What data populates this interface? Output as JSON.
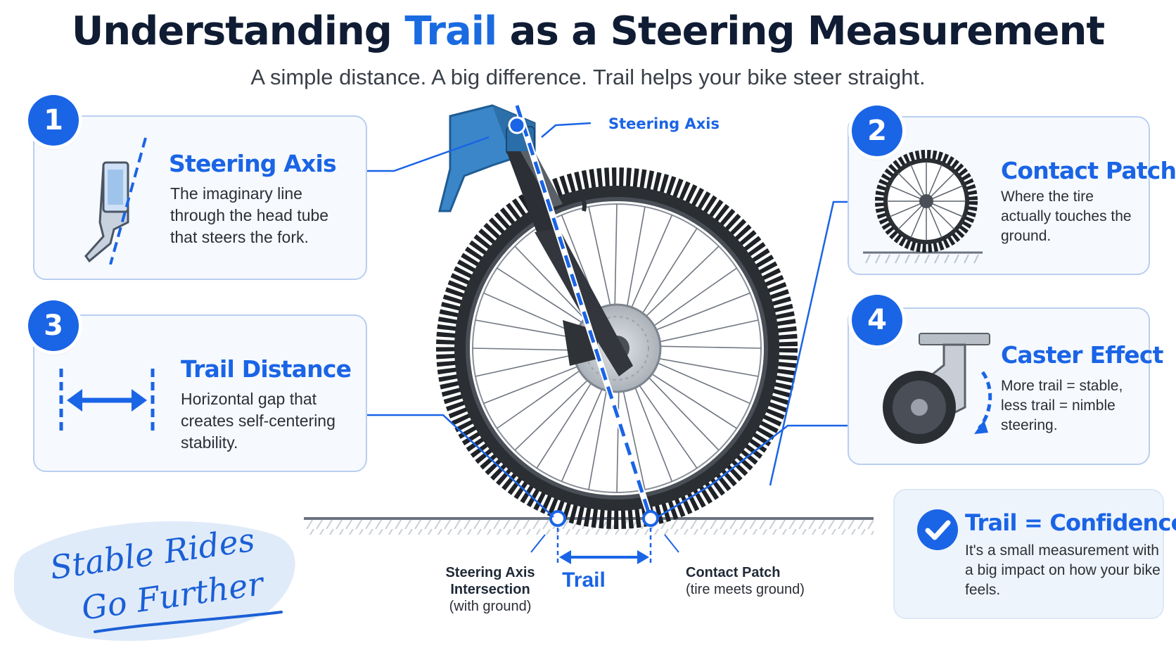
{
  "header": {
    "title_before": "Understanding ",
    "title_accent": "Trail",
    "title_after": " as a Steering Measurement",
    "subtitle": "A simple distance. A big difference. Trail helps your bike steer straight."
  },
  "diagram": {
    "steering_axis_callout": "Steering Axis",
    "trail_label": "Trail",
    "intersection_label": {
      "line1": "Steering Axis",
      "line2": "Intersection",
      "line3": "(with ground)"
    },
    "contact_label": {
      "line1": "Contact Patch",
      "line2": "(tire meets ground)"
    }
  },
  "cards": [
    {
      "number": "1",
      "title": "Steering Axis",
      "body": "The imaginary line through the head tube that steers the fork.",
      "icon": "head-tube-icon"
    },
    {
      "number": "2",
      "title": "Contact Patch",
      "body": "Where the tire actually touches the ground.",
      "icon": "wheel-icon"
    },
    {
      "number": "3",
      "title": "Trail Distance",
      "body": "Horizontal gap that creates self-centering stability.",
      "icon": "distance-arrow-icon"
    },
    {
      "number": "4",
      "title": "Caster Effect",
      "body": "More trail = stable, less trail = nimble steering.",
      "icon": "caster-wheel-icon"
    }
  ],
  "confidence": {
    "title": "Trail = Confidence",
    "body": "It's a small measurement with a big impact on how your bike feels.",
    "icon": "checkmark-icon"
  },
  "slogan": {
    "line1": "Stable Rides",
    "line2": "Go Further"
  },
  "colors": {
    "accent": "#1a64e6",
    "title": "#0f1c33",
    "card_bg": "#f6f9fd",
    "card_border": "#b9cff0",
    "frame": "#3a86c8"
  }
}
